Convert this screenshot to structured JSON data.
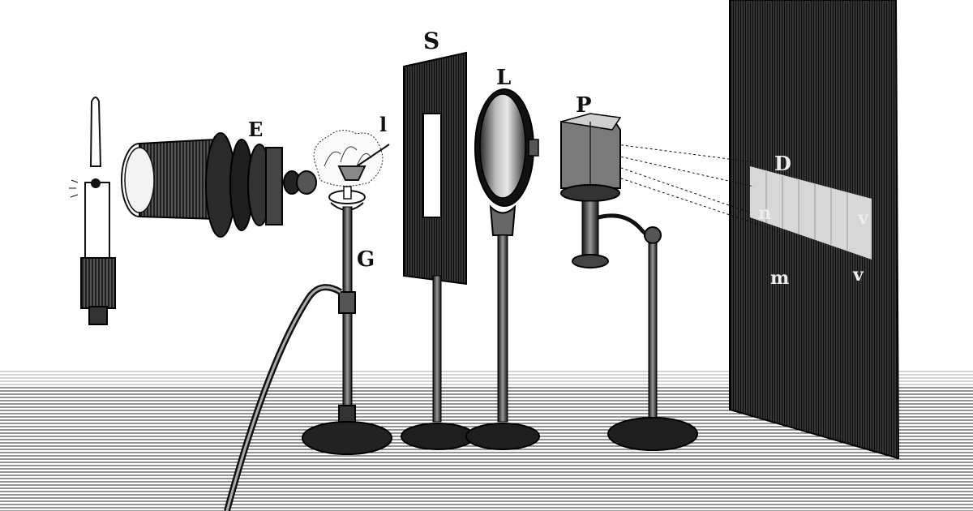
{
  "figure": {
    "labels": {
      "lamp": "E",
      "flame_source": "l",
      "stand": "G",
      "slit": "S",
      "lens": "L",
      "prism": "P",
      "spectrum_top": "D",
      "spectrum_bottom": "n",
      "spectrum_end_top": "v",
      "spectrum_end_bottom": "v",
      "screen_mark": "m"
    },
    "colors": {
      "ink": "#111111",
      "paper": "#ffffff",
      "screen": "#2a2a2a",
      "spectrum": "#e6e6e6"
    }
  }
}
